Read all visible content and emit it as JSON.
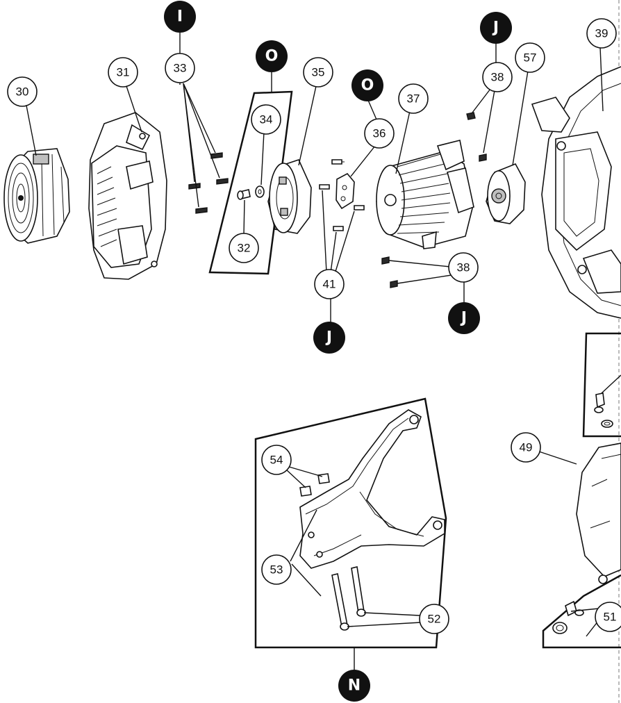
{
  "callouts": {
    "c30": "30",
    "c31": "31",
    "c33": "33",
    "c34": "34",
    "c35": "35",
    "c32": "32",
    "c36": "36",
    "c37": "37",
    "c38a": "38",
    "c57": "57",
    "c39": "39",
    "c38b": "38",
    "c41": "41",
    "c54": "54",
    "c53": "53",
    "c52": "52",
    "c49": "49",
    "c51": "51"
  },
  "markers": {
    "m_i": "I",
    "m_o1": "O",
    "m_o2": "O",
    "m_j1": "J",
    "m_j2": "J",
    "m_j3": "J",
    "m_n": "N"
  },
  "colors": {
    "line": "#111111",
    "marker_fill": "#111111",
    "background": "#ffffff"
  }
}
